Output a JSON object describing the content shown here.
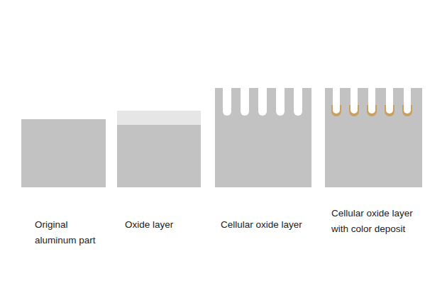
{
  "diagram": {
    "labels": [
      "Original aluminum part",
      "Oxide layer",
      "Cellular oxide layer",
      "Cellular oxide layer with color deposit"
    ]
  }
}
